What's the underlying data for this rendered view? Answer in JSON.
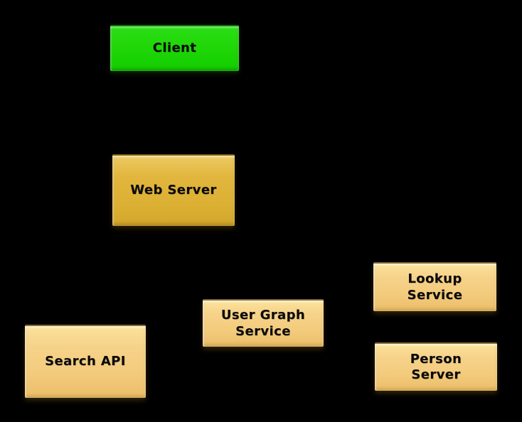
{
  "diagram": {
    "type": "architecture-diagram",
    "background_color": "#000000",
    "label_color": "#000000",
    "nodes": [
      {
        "id": "client",
        "label": "Client",
        "fill": "#1ed506",
        "fill_top": "#2ade14",
        "fill_bottom": "#12cd00"
      },
      {
        "id": "web-server",
        "label": "Web Server",
        "fill": "#dcb033",
        "fill_top": "#ecca63",
        "fill_bottom": "#d2a62b"
      },
      {
        "id": "search-api",
        "label": "Search API",
        "fill": "#f3cb7d",
        "fill_top": "#fce29b",
        "fill_bottom": "#ebbe69"
      },
      {
        "id": "user-graph-service",
        "label": "User Graph\nService",
        "fill": "#f3cb7d",
        "fill_top": "#fce29b",
        "fill_bottom": "#ebbe69"
      },
      {
        "id": "lookup-service",
        "label": "Lookup\nService",
        "fill": "#f3cb7d",
        "fill_top": "#fce29b",
        "fill_bottom": "#ebbe69"
      },
      {
        "id": "person-server",
        "label": "Person\nServer",
        "fill": "#f3cb7d",
        "fill_top": "#fce29b",
        "fill_bottom": "#ebbe69"
      }
    ],
    "connectors": []
  }
}
